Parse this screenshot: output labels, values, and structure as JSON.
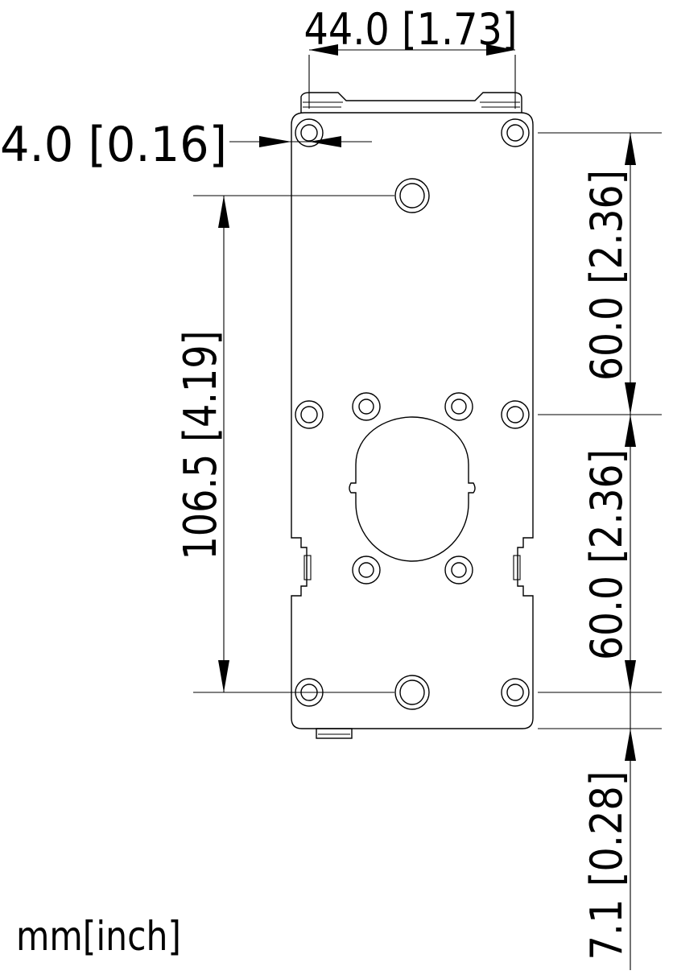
{
  "dimensions": {
    "width_top": "44.0  [1.73]",
    "hole_offset": "4.0  [0.16]",
    "left_vertical": "106.5  [4.19]",
    "right_upper": "60.0  [2.36]",
    "right_middle": "60.0  [2.36]",
    "right_bottom": "7.1  [0.28]"
  },
  "units_label": "mm[inch]",
  "colors": {
    "line": "#000000",
    "background": "#ffffff"
  }
}
